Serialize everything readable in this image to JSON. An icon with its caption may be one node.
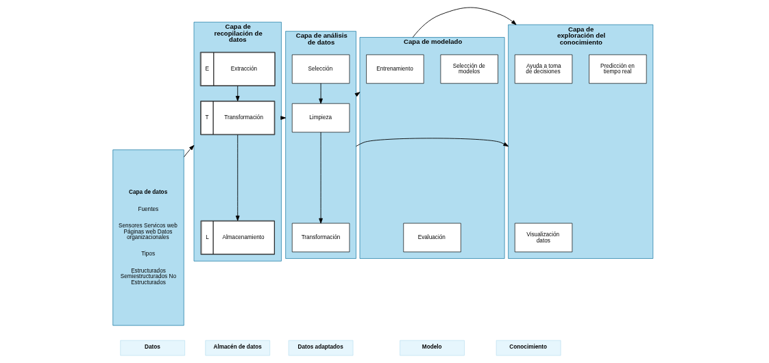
{
  "diagram": {
    "nodes": [
      {
        "text": [
          "Capa de datos",
          "Fuentes",
          "Sensores Servicos web Páginas web Datos organizacionales",
          "Tipos",
          "Estructurados Semiestructurados No Estructurados"
        ]
      },
      {
        "text": [
          "Capa de recopilación de datos"
        ]
      },
      {
        "text": [
          "E",
          "Extracción"
        ],
        "in": 1
      },
      {
        "text": [
          "T",
          "Transformación"
        ],
        "in": 1
      },
      {
        "text": [
          "L",
          "Almacenamiento"
        ],
        "in": 1
      },
      {
        "text": [
          "Capa de análisis de datos"
        ]
      },
      {
        "text": [
          "Selección"
        ],
        "in": 5
      },
      {
        "text": [
          "Limpieza"
        ],
        "in": 5
      },
      {
        "text": [
          "Transformación"
        ],
        "in": 5
      },
      {
        "text": [
          "Capa de modelado"
        ]
      },
      {
        "text": [
          "Selección de modelos"
        ],
        "in": 9
      },
      {
        "text": [
          "Entrenamiento"
        ],
        "in": 9
      },
      {
        "text": [
          "Evaluación"
        ],
        "in": 9
      },
      {
        "text": [
          "Capa de exploración del conocimiento"
        ]
      },
      {
        "text": [
          "Predicción en tiempo real"
        ],
        "in": 13
      },
      {
        "text": [
          "Ayuda a toma de decisiones"
        ],
        "in": 13
      },
      {
        "text": [
          "Visualización datos"
        ],
        "in": 13
      },
      {
        "text": [
          "Datos"
        ]
      },
      {
        "text": [
          "Almacén de datos"
        ]
      },
      {
        "text": [
          "Datos adaptados"
        ]
      },
      {
        "text": [
          "Modelo"
        ]
      },
      {
        "text": [
          "Conocimiento"
        ]
      }
    ],
    "edges": [
      {
        "from": 0,
        "to": 1,
        "arrow": "to"
      },
      {
        "from": 2,
        "to": 3,
        "arrow": "to"
      },
      {
        "from": 3,
        "to": 4,
        "arrow": "to"
      },
      {
        "from": 1,
        "to": 5,
        "arrow": "to"
      },
      {
        "from": 6,
        "to": 7,
        "arrow": "to"
      },
      {
        "from": 7,
        "to": 8,
        "arrow": "to"
      },
      {
        "from": 5,
        "to": 9,
        "arrow": "to"
      },
      {
        "from": 9,
        "to": 13,
        "arrow": "to"
      },
      {
        "from": 5,
        "to": 13,
        "arrow": "to"
      }
    ]
  }
}
